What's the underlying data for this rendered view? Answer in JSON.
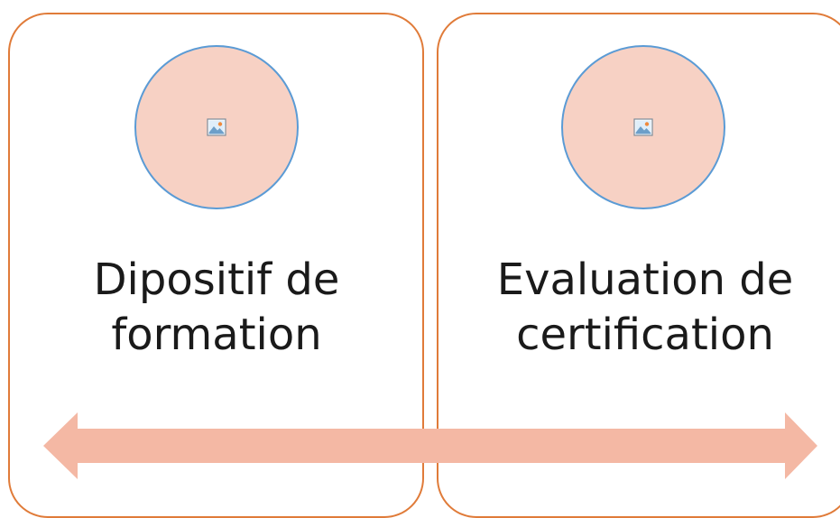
{
  "cards": [
    {
      "lines": [
        "Dipositif de",
        "formation"
      ],
      "icon": "image-placeholder-icon"
    },
    {
      "lines": [
        "Evaluation de",
        "certification"
      ],
      "icon": "image-placeholder-icon"
    }
  ],
  "colors": {
    "card_border": "#e07b39",
    "circle_fill": "#f7d1c4",
    "circle_border": "#5b9bd5",
    "arrow_fill": "#f4b8a4",
    "text": "#1a1a1a"
  },
  "connector": {
    "type": "double-headed-arrow"
  }
}
